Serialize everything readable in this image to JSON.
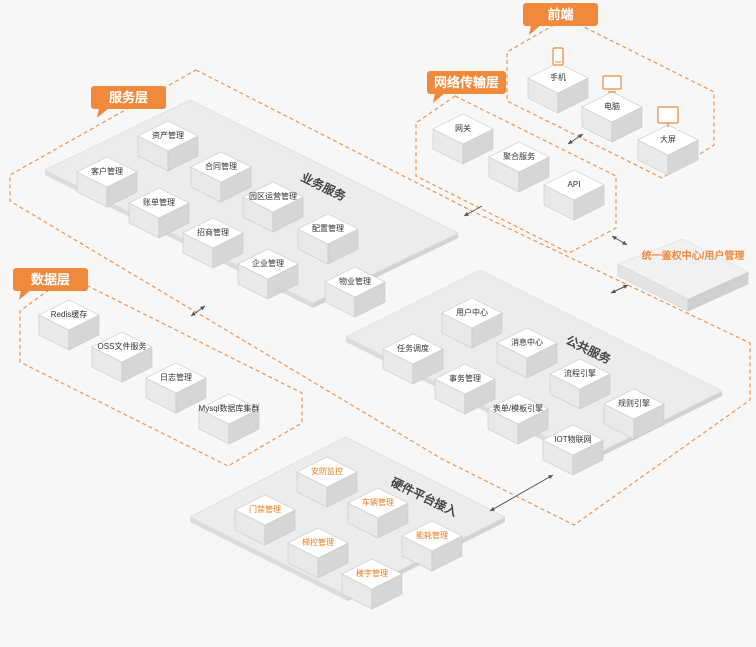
{
  "colors": {
    "accent": "#ef8a3c",
    "dash": "#f0954a",
    "platform_top": "#ececec",
    "platform_side": "#dcdcdc",
    "block_top": "#ffffff",
    "block_left": "#e9e9e9",
    "block_right": "#d6d6d6",
    "block_edge": "#c9c9c9",
    "text": "#333333",
    "hw_text": "#ef7d1a"
  },
  "tags": {
    "frontend": "前端",
    "network": "网络传输层",
    "service": "服务层",
    "data": "数据层"
  },
  "zones": {
    "business": "业务服务",
    "public": "公共服务",
    "hardware": "硬件平台接入"
  },
  "auth_center": "统一鉴权中心/用户管理",
  "frontend_items": [
    "手机",
    "电脑",
    "大屏"
  ],
  "network_items": [
    "网关",
    "聚合服务",
    "API"
  ],
  "business_items": [
    "资产管理",
    "客户管理",
    "合同管理",
    "账单管理",
    "园区运营管理",
    "招商管理",
    "配置管理",
    "企业管理",
    "物业管理"
  ],
  "data_items": [
    "Redis缓存",
    "OSS文件服务",
    "日志管理",
    "Mysql数据库集群"
  ],
  "public_items": [
    "用户中心",
    "任务调度",
    "消息中心",
    "事务管理",
    "流程引擎",
    "表单/模板引擎",
    "规则引擎",
    "IOT物联网"
  ],
  "hardware_items": [
    "安防监控",
    "门禁管理",
    "车辆管理",
    "梯控管理",
    "能耗管理",
    "楼宇管理"
  ]
}
